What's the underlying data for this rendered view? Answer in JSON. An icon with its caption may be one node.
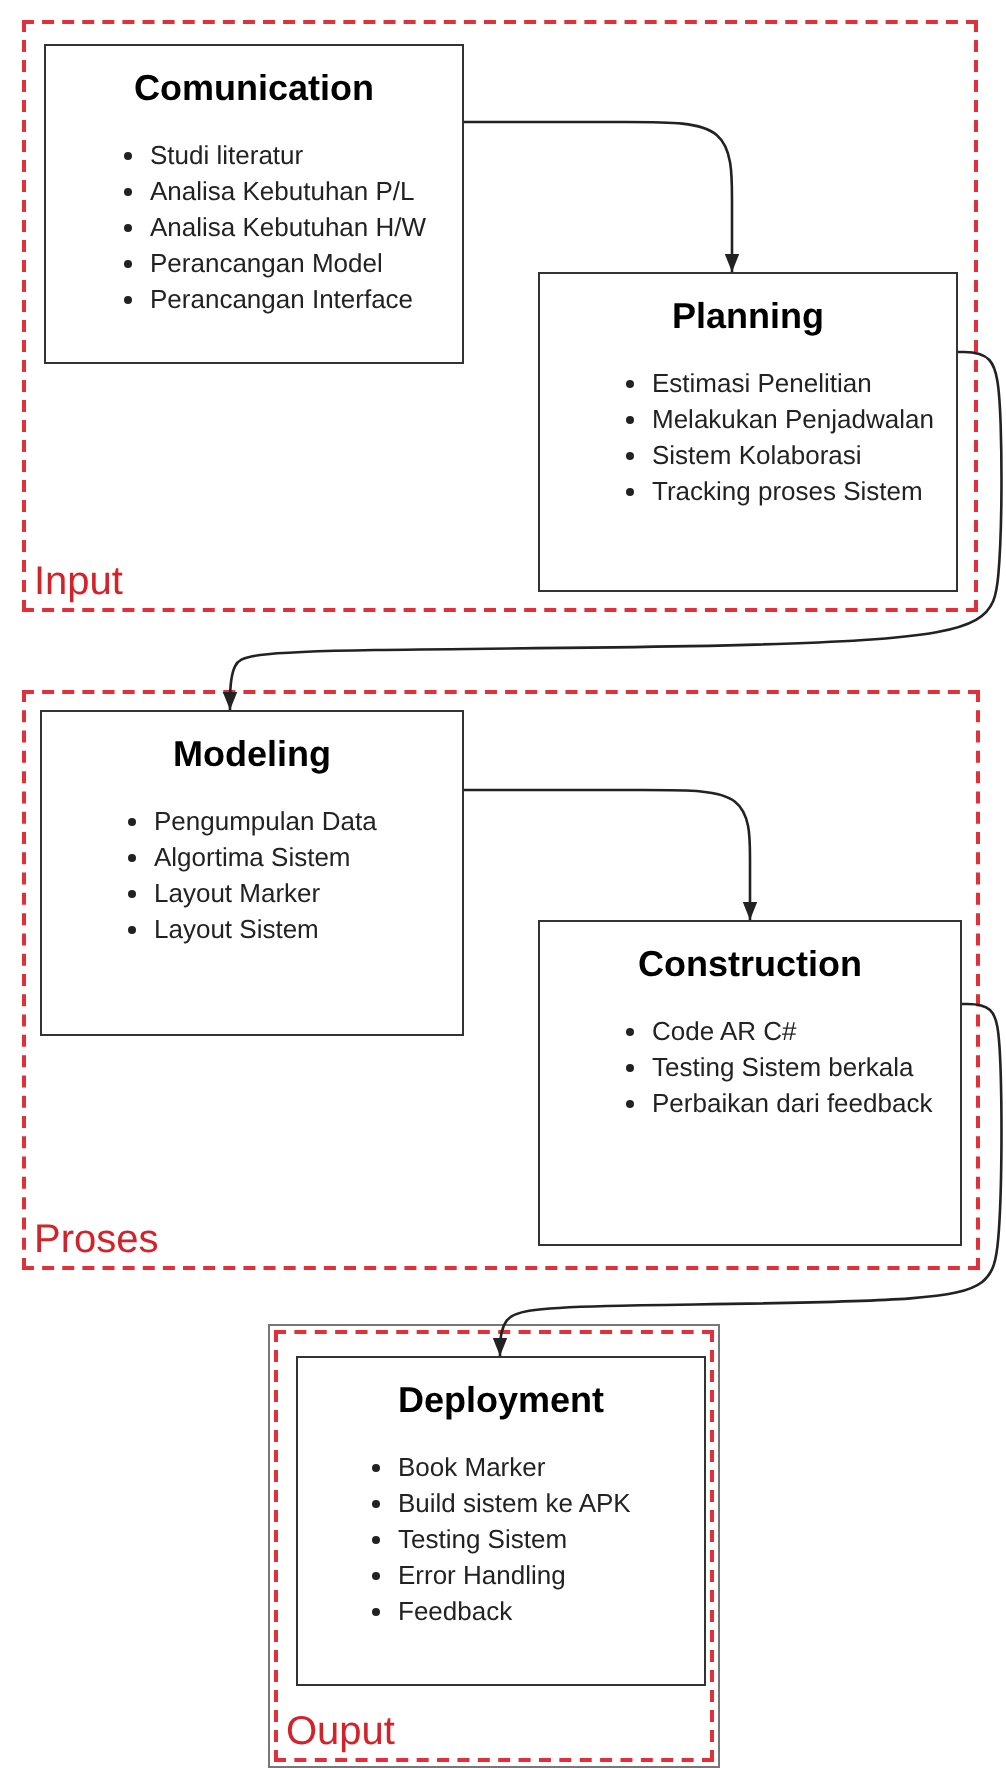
{
  "diagram": {
    "nodes": [
      {
        "text": [
          "Input"
        ]
      },
      {
        "text": [
          "Comunication",
          "Studi literatur",
          "Analisa Kebutuhan P/L",
          "Analisa Kebutuhan H/W",
          "Perancangan Model",
          "Perancangan Interface"
        ],
        "in": 0
      },
      {
        "text": [
          "Planning",
          "Estimasi Penelitian",
          "Melakukan Penjadwalan",
          "Sistem Kolaborasi",
          "Tracking proses Sistem"
        ],
        "in": 0
      },
      {
        "text": [
          "Proses"
        ]
      },
      {
        "text": [
          "Modeling",
          "Pengumpulan Data",
          "Algortima Sistem",
          "Layout Marker",
          "Layout Sistem"
        ],
        "in": 3
      },
      {
        "text": [
          "Construction",
          "Code AR C#",
          "Testing Sistem berkala",
          "Perbaikan dari feedback"
        ],
        "in": 3
      },
      {
        "text": [
          "Ouput"
        ]
      },
      {
        "text": [
          "Deployment",
          "Book Marker",
          "Build sistem ke APK",
          "Testing Sistem",
          "Error Handling",
          "Feedback"
        ],
        "in": 6
      }
    ],
    "edges": [
      {
        "from": 1,
        "to": 2,
        "arrow": "to"
      },
      {
        "from": 2,
        "to": 4,
        "arrow": "to"
      },
      {
        "from": 4,
        "to": 5,
        "arrow": "to"
      },
      {
        "from": 5,
        "to": 7,
        "arrow": "to"
      }
    ]
  }
}
